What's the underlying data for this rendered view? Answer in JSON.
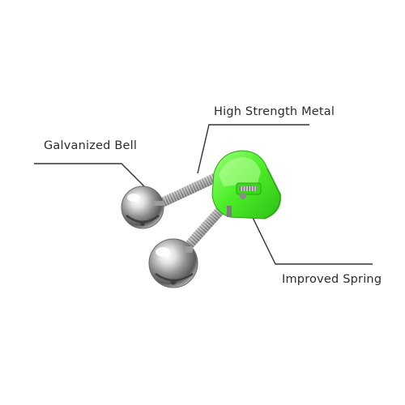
{
  "callouts": {
    "bell": "Galvanized Bell",
    "metal": "High Strength Metal",
    "spring": "Improved Spring"
  },
  "colors": {
    "background": "#ffffff",
    "clip": "#49f02a",
    "metal": "#b7b7b7",
    "leader": "#333333"
  }
}
